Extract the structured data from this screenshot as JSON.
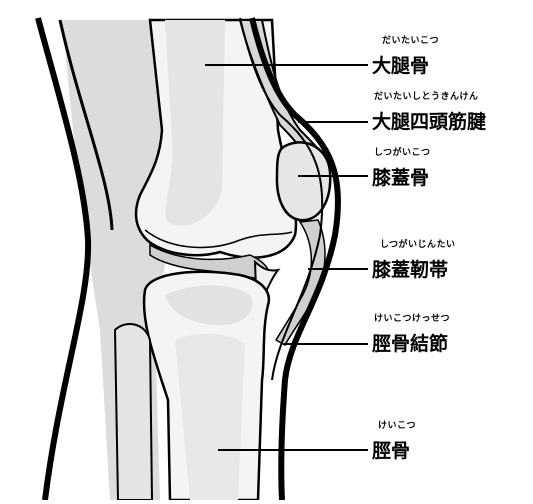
{
  "colors": {
    "bone_fill": "#f4f4f4",
    "bone_shade": "#dcdcdc",
    "soft_tissue": "#e2e2e2",
    "outline": "#000000",
    "background": "#ffffff"
  },
  "labels": [
    {
      "id": "femur",
      "ruby": "だいたいこつ",
      "name": "大腿骨"
    },
    {
      "id": "quadriceps-tendon",
      "ruby": "だいたいしとうきんけん",
      "name": "大腿四頭筋腱"
    },
    {
      "id": "patella",
      "ruby": "しつがいこつ",
      "name": "膝蓋骨"
    },
    {
      "id": "patellar-ligament",
      "ruby": "しつがいじんたい",
      "name": "膝蓋靭帯"
    },
    {
      "id": "tibial-tuberosity",
      "ruby": "けいこつけっせつ",
      "name": "脛骨結節"
    },
    {
      "id": "tibia",
      "ruby": "けいこつ",
      "name": "脛骨"
    }
  ]
}
